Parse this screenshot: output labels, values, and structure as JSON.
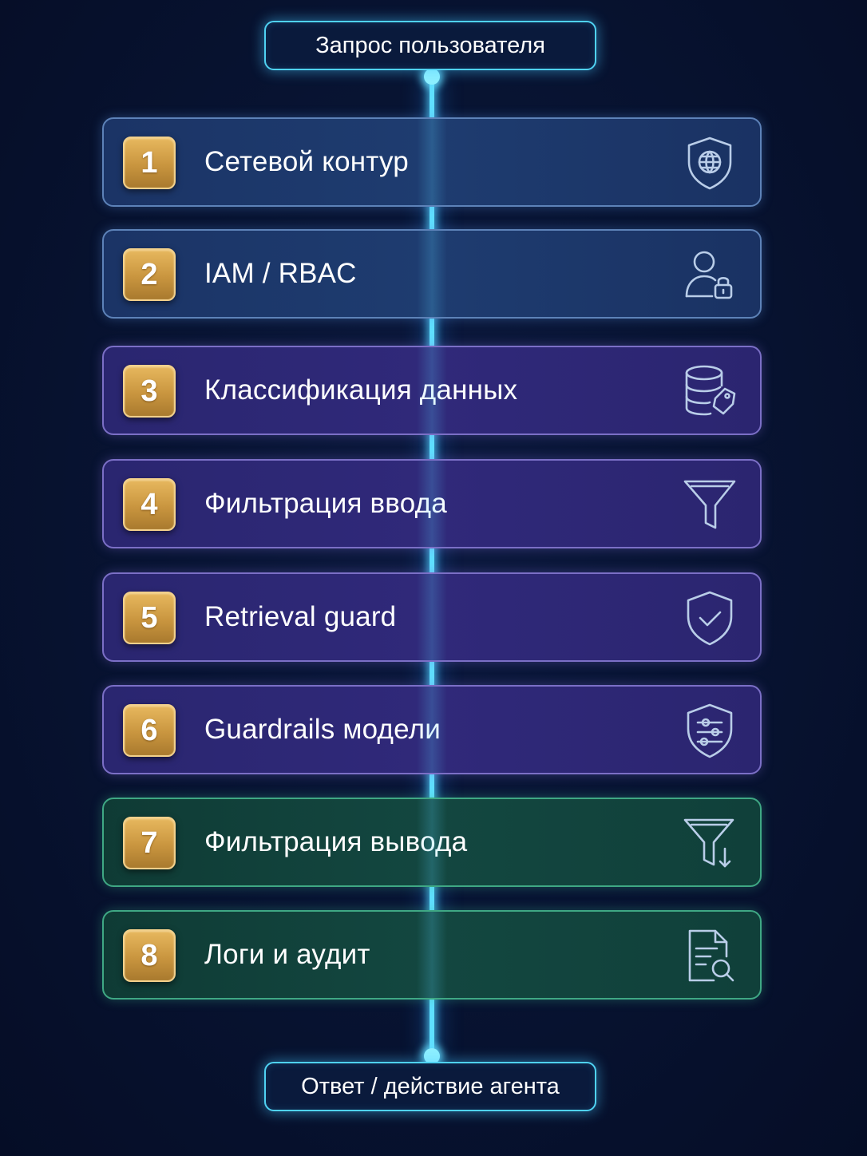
{
  "colors": {
    "spine": "#5fe0ff",
    "badge_gold": "#c9953f",
    "blue_stage": "#1e3c70",
    "purple_stage": "#30297a",
    "green_stage": "#134740",
    "icon_stroke": "#b9cde8"
  },
  "start": {
    "label": "Запрос пользователя"
  },
  "end": {
    "label": "Ответ / действие агента"
  },
  "stages": [
    {
      "number": "1",
      "label": "Сетевой контур",
      "icon": "globe-shield-icon",
      "tone": "blue"
    },
    {
      "number": "2",
      "label": "IAM / RBAC",
      "icon": "user-lock-icon",
      "tone": "blue"
    },
    {
      "number": "3",
      "label": "Классификация данных",
      "icon": "database-tag-icon",
      "tone": "purple"
    },
    {
      "number": "4",
      "label": "Фильтрация ввода",
      "icon": "filter-icon",
      "tone": "purple"
    },
    {
      "number": "5",
      "label": "Retrieval guard",
      "icon": "shield-check-icon",
      "tone": "purple"
    },
    {
      "number": "6",
      "label": "Guardrails модели",
      "icon": "shield-sliders-icon",
      "tone": "purple"
    },
    {
      "number": "7",
      "label": "Фильтрация вывода",
      "icon": "filter-down-icon",
      "tone": "green"
    },
    {
      "number": "8",
      "label": "Логи и аудит",
      "icon": "document-search-icon",
      "tone": "green"
    }
  ]
}
